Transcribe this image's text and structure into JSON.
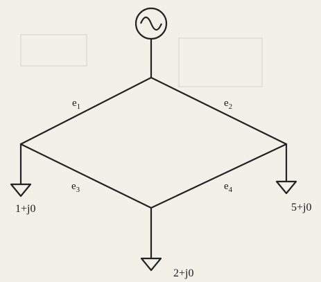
{
  "diagram": {
    "source": {
      "symbol": "ac-source"
    },
    "edges": [
      {
        "id": "e1",
        "base": "e",
        "sub": "1"
      },
      {
        "id": "e2",
        "base": "e",
        "sub": "2"
      },
      {
        "id": "e3",
        "base": "e",
        "sub": "3"
      },
      {
        "id": "e4",
        "base": "e",
        "sub": "4"
      }
    ],
    "loads": [
      {
        "id": "load-left",
        "label": "1+j0"
      },
      {
        "id": "load-bottom",
        "label": "2+j0"
      },
      {
        "id": "load-right",
        "label": "5+j0"
      }
    ],
    "colors": {
      "ink": "#222222",
      "paper": "#f3f0ea"
    }
  }
}
